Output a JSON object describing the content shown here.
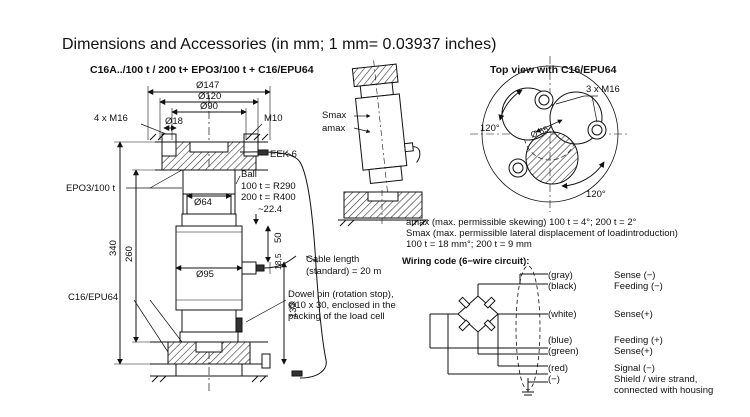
{
  "title": "Dimensions and Accessories (in mm; 1 mm= 0.03937 inches)",
  "left_heading": "C16A../100 t / 200 t+ EPO3/100 t + C16/EPU64",
  "right_heading": "Top view with C16/EPU64",
  "dims": {
    "d147": "Ø147",
    "d120": "Ø120",
    "d90": "Ø90",
    "d18": "Ø18",
    "d64": "Ø64",
    "d95": "Ø95",
    "m16": "4 x M16",
    "m10": "M10",
    "h340": "340",
    "h260": "260",
    "h132": "132",
    "h50": "50",
    "h18_5": "18,5",
    "v22_4": "~22.4"
  },
  "labels": {
    "eek6": "EEK 6",
    "epo3": "EPO3/100 t",
    "c16epu": "C16/EPU64",
    "ball": "Ball",
    "ball_r1": "100 t = R290",
    "ball_r2": "200 t = R400",
    "cable1": "Cable length",
    "cable2": "(standard) = 20 m",
    "dowel1": "Dowel pin (rotation stop),",
    "dowel2": "Ø10 x 30, enclosed in the",
    "dowel3": "packing of the load cell",
    "smax": "Smax",
    "amax": "amax",
    "top_m16": "3 x M16",
    "top_d65": "Ø 65",
    "ang1": "120°",
    "ang2": "120°"
  },
  "notes": {
    "a_line": "amax (max. permissible skewing) 100 t = 4°; 200 t = 2°",
    "s_line1": "Smax (max. permissible lateral displacement of loadintroduction)",
    "s_line2": "100 t = 18 mm°; 200 t = 9 mm"
  },
  "wiring": {
    "title": "Wiring code (6−wire circuit):",
    "rows": [
      {
        "color": "(gray)",
        "signal": "Sense (−)"
      },
      {
        "color": "(black)",
        "signal": "Feeding (−)"
      },
      {
        "color": "(white)",
        "signal": "Sense(+)"
      },
      {
        "color": "(blue)",
        "signal": "Feeding (+)"
      },
      {
        "color": "(green)",
        "signal": "Sense(+)"
      },
      {
        "color": "(red)",
        "signal": "Signal (−)"
      },
      {
        "color": "(−)",
        "signal": "Shield / wire strand,"
      }
    ],
    "shield_note": "connected with housing"
  }
}
